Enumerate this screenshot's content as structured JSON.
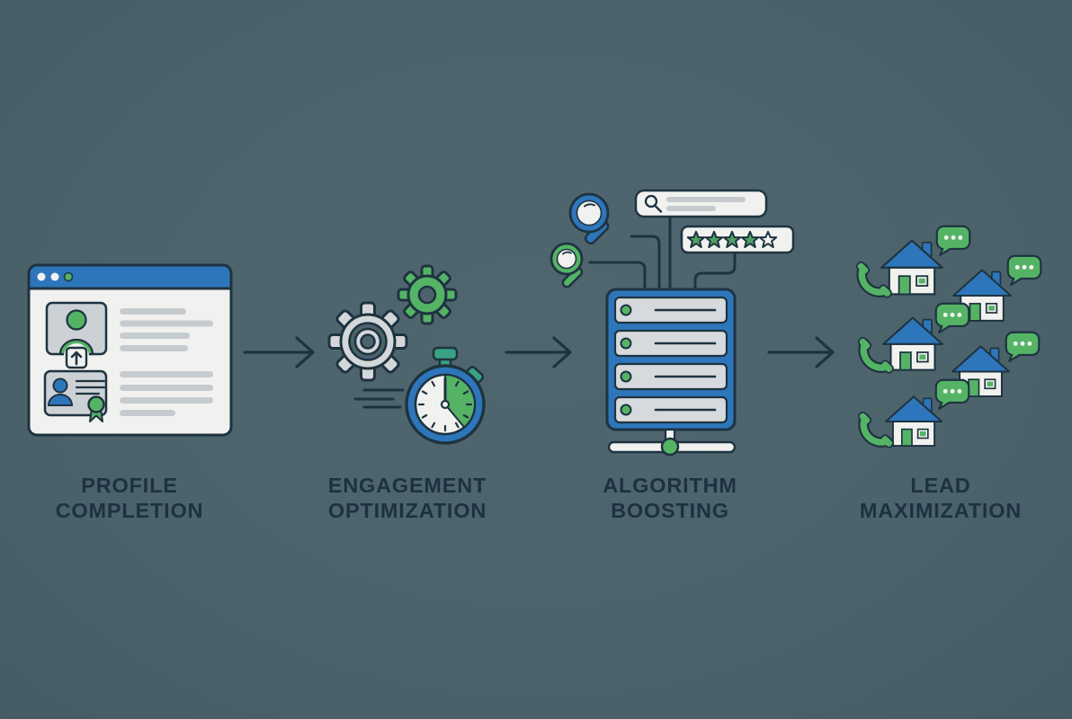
{
  "diagram": {
    "kind": "process-flow-infographic",
    "step_count": 4,
    "arrow_count": 3
  },
  "steps": [
    {
      "name": "profile-completion",
      "label_line1": "PROFILE",
      "label_line2": "COMPLETION",
      "icon": "browser-profile-window-icon",
      "icon_elements": [
        "browser-window",
        "window-dots",
        "profile-photo-card",
        "upload-arrow",
        "id-card-with-ribbon",
        "text-lines"
      ]
    },
    {
      "name": "engagement-optimization",
      "label_line1": "ENGAGEMENT",
      "label_line2": "OPTIMIZATION",
      "icon": "gears-stopwatch-icon",
      "icon_elements": [
        "large-gray-gear",
        "small-green-gear",
        "stopwatch-with-green-wedge",
        "speed-lines"
      ]
    },
    {
      "name": "algorithm-boosting",
      "label_line1": "ALGORITHM",
      "label_line2": "BOOSTING",
      "icon": "server-search-rating-icon",
      "icon_elements": [
        "server-rack-4-slots",
        "search-bar",
        "star-rating-badge",
        "blue-magnifier",
        "green-magnifier",
        "network-node"
      ]
    },
    {
      "name": "lead-maximization",
      "label_line1": "LEAD",
      "label_line2": "MAXIMIZATION",
      "icon": "houses-calls-messages-icon",
      "icon_elements": [
        "houses",
        "phone-handsets",
        "chat-bubbles"
      ],
      "house_count": 5,
      "phone_count": 3,
      "bubble_count": 5
    }
  ],
  "rating": {
    "filled_stars": 4,
    "total_stars": 5
  },
  "colors": {
    "bg": "#4c636c",
    "ink": "#1e3340",
    "blue": "#2e76bb",
    "green": "#55b366",
    "teal": "#3aa184",
    "stargreen": "#4fa263",
    "paper": "#f1f2ef",
    "graycard": "#ccd1d5",
    "grayslot": "#d6dadc",
    "grayline": "#c6cbcf",
    "label": "#1d3140"
  }
}
